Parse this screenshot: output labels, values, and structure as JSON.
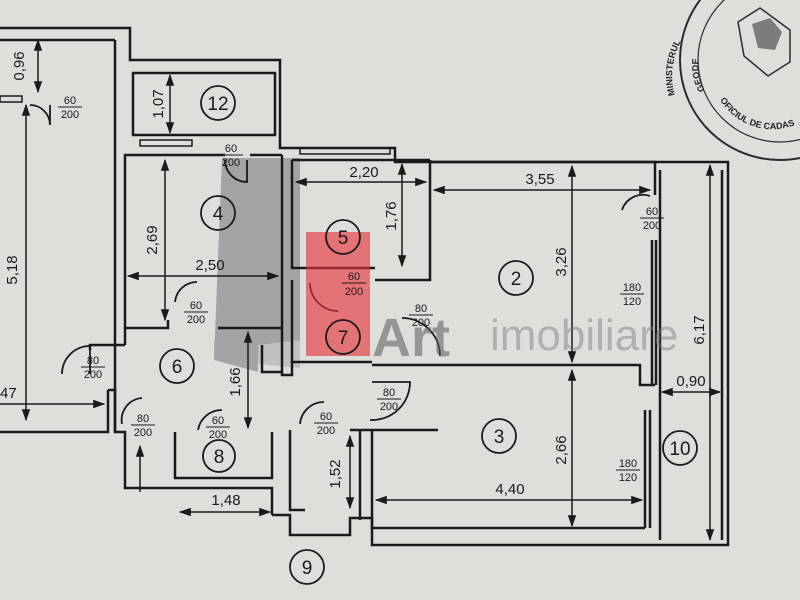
{
  "rooms": [
    "12",
    "4",
    "5",
    "2",
    "7",
    "6",
    "3",
    "8",
    "10",
    "9"
  ],
  "dimensions": {
    "d096": "0,96",
    "d107": "1,07",
    "d220": "2,20",
    "d355": "3,55",
    "d176": "1,76",
    "d269": "2,69",
    "d250": "2,50",
    "d518": "5,18",
    "d326": "3,26",
    "d617": "6,17",
    "d166": "1,66",
    "d090": "0,90",
    "d47": "47",
    "d266": "2,66",
    "d440": "4,40",
    "d148": "1,48",
    "d152": "1,52"
  },
  "doors": {
    "a": [
      "60",
      "200"
    ],
    "b": [
      "60",
      "200"
    ],
    "c": [
      "60",
      "200"
    ],
    "d": [
      "60",
      "200"
    ],
    "e": [
      "80",
      "200"
    ],
    "f": [
      "60",
      "200"
    ],
    "g": [
      "80",
      "200"
    ],
    "h": [
      "80",
      "200"
    ],
    "i": [
      "80",
      "200"
    ],
    "j": [
      "60",
      "200"
    ],
    "k": [
      "60",
      "200"
    ],
    "l": [
      "180",
      "120"
    ],
    "m": [
      "180",
      "120"
    ]
  },
  "watermark": {
    "brand": "Art",
    "suffix": "imobiliare"
  },
  "stamp": {
    "line1": "MINISTERUL",
    "line2": "OFICIUL DE CADASTRU",
    "line3": "GEODE"
  },
  "colors": {
    "paper": "#dedfdb",
    "line": "#1a1a1a",
    "watermark_red": "#e8303a",
    "shadow": "#8a8a8a"
  }
}
